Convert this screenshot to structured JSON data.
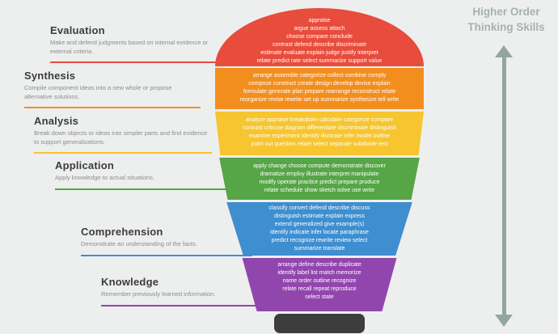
{
  "background_color": "#edefee",
  "levels": [
    {
      "label": "Evaluation",
      "description": "Make and defend judgments based on internal evidence or external criteria.",
      "color": "#e74c3c",
      "verbs": "appraise\nargue assess attach\nchoose compare conclude\ncontrast defend describe discriminate\nestimate evaluate explain judge justify interpret\nrelate predict rate select summarize support value"
    },
    {
      "label": "Synthesis",
      "description": "Compile component ideas into a new whole or propose alternative solutions.",
      "color": "#f28e1e",
      "verbs": "arrange assemble categorize collect combine comply\ncompose construct create design develop devise explain\nformulate generate plan prepare rearrange reconstruct relate\nreorganize revise rewrite set up summarize synthesize tell write"
    },
    {
      "label": "Analysis",
      "description": "Break down objects or ideas into simpler parts and find evidence to support generalizations.",
      "color": "#f6c52f",
      "verbs": "analyze appraise breakdown calculate categorize compare\ncontrast criticize diagram differentiate discriminate distinguish\nexamine experiment identify illustrate infer model outline\npoint out question relate select separate subdivide test"
    },
    {
      "label": "Application",
      "description": "Apply knowledge to actual situations.",
      "color": "#56a546",
      "verbs": "apply change choose compute demonstrate discover\ndramatize employ illustrate interpret manipulate\nmodify operate practice predict prepare produce\nrelate schedule show sketch solve use write"
    },
    {
      "label": "Comprehension",
      "description": "Demonstrate an understanding of the facts.",
      "color": "#3e8ed0",
      "verbs": "classify convert defend describe discuss\ndistinguish estimate explain express\nextend generalized give example(s)\nidentify indicate infer locate paraphrase\npredict recognize rewrite review select\nsummarize translate"
    },
    {
      "label": "Knowledge",
      "description": "Remember previously learned information.",
      "color": "#9146ad",
      "verbs": "arrange define describe duplicate\nidentify label list match memorize\nname order outline recognize\nrelate recall repeat reproduce\nselect state"
    }
  ],
  "bulb": {
    "base_color": "#3d3d3d"
  },
  "right_panel": {
    "title": "Higher Order Thinking Skills",
    "text_color": "#a6b2ae",
    "arrow_color": "#93a5a1"
  }
}
